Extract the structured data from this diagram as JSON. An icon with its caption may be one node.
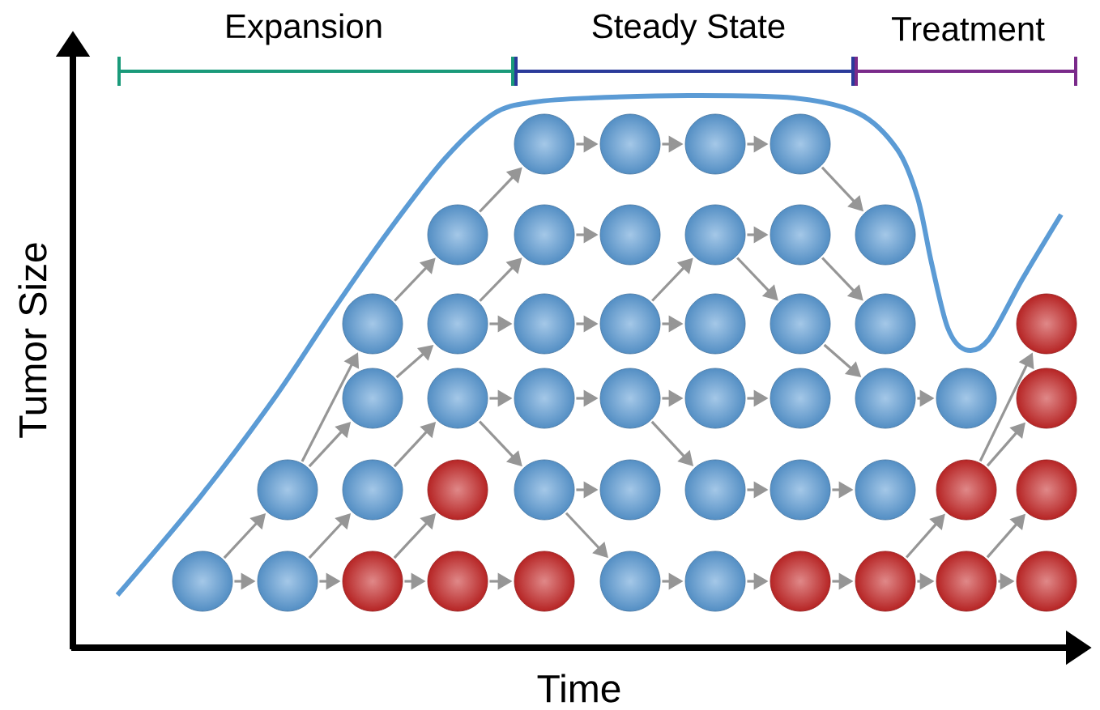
{
  "diagram": {
    "nodes": [
      {
        "text": [],
        "shape": "circle"
      },
      {
        "text": [],
        "shape": "circle"
      },
      {
        "text": [],
        "shape": "circle"
      },
      {
        "text": [],
        "shape": "circle"
      },
      {
        "text": [],
        "shape": "circle"
      },
      {
        "text": [],
        "shape": "circle"
      },
      {
        "text": [],
        "shape": "circle"
      },
      {
        "text": [],
        "shape": "circle"
      },
      {
        "text": [],
        "shape": "circle"
      },
      {
        "text": [],
        "shape": "circle"
      },
      {
        "text": [],
        "shape": "circle"
      },
      {
        "text": [],
        "shape": "circle"
      },
      {
        "text": [],
        "shape": "circle"
      },
      {
        "text": [],
        "shape": "circle"
      },
      {
        "text": [],
        "shape": "circle"
      },
      {
        "text": [],
        "shape": "circle"
      },
      {
        "text": [],
        "shape": "circle"
      },
      {
        "text": [],
        "shape": "circle"
      },
      {
        "text": [],
        "shape": "circle"
      },
      {
        "text": [],
        "shape": "circle"
      },
      {
        "text": [],
        "shape": "circle"
      },
      {
        "text": [],
        "shape": "circle"
      },
      {
        "text": [],
        "shape": "circle"
      },
      {
        "text": [],
        "shape": "circle"
      },
      {
        "text": [],
        "shape": "circle"
      },
      {
        "text": [],
        "shape": "circle"
      },
      {
        "text": [],
        "shape": "circle"
      },
      {
        "text": [],
        "shape": "circle"
      },
      {
        "text": [],
        "shape": "circle"
      },
      {
        "text": [],
        "shape": "circle"
      },
      {
        "text": [],
        "shape": "circle"
      },
      {
        "text": [],
        "shape": "circle"
      },
      {
        "text": [],
        "shape": "circle"
      },
      {
        "text": [],
        "shape": "circle"
      },
      {
        "text": [],
        "shape": "circle"
      },
      {
        "text": [],
        "shape": "circle"
      },
      {
        "text": [],
        "shape": "circle"
      },
      {
        "text": [],
        "shape": "circle"
      },
      {
        "text": [],
        "shape": "circle"
      },
      {
        "text": [],
        "shape": "circle"
      },
      {
        "text": [],
        "shape": "circle"
      },
      {
        "text": [],
        "shape": "circle"
      },
      {
        "text": [],
        "shape": "circle"
      },
      {
        "text": [],
        "shape": "circle"
      },
      {
        "text": [],
        "shape": "circle"
      },
      {
        "text": [],
        "shape": "circle"
      },
      {
        "text": [],
        "shape": "circle"
      },
      {
        "text": [],
        "shape": "circle"
      }
    ],
    "edges": [
      {
        "from": 37,
        "to": 38,
        "arrow": "to"
      },
      {
        "from": 38,
        "to": 39,
        "arrow": "to"
      },
      {
        "from": 39,
        "to": 40,
        "arrow": "to"
      },
      {
        "from": 40,
        "to": 41,
        "arrow": "to"
      },
      {
        "from": 42,
        "to": 43,
        "arrow": "to"
      },
      {
        "from": 43,
        "to": 44,
        "arrow": "to"
      },
      {
        "from": 44,
        "to": 45,
        "arrow": "to"
      },
      {
        "from": 45,
        "to": 46,
        "arrow": "to"
      },
      {
        "from": 46,
        "to": 47,
        "arrow": "to"
      },
      {
        "from": 37,
        "to": 27,
        "arrow": "to"
      },
      {
        "from": 38,
        "to": 28,
        "arrow": "to"
      },
      {
        "from": 39,
        "to": 29,
        "arrow": "to"
      },
      {
        "from": 45,
        "to": 35,
        "arrow": "to"
      },
      {
        "from": 46,
        "to": 36,
        "arrow": "to"
      },
      {
        "from": 27,
        "to": 18,
        "arrow": "to"
      },
      {
        "from": 27,
        "to": 10,
        "arrow": "to"
      },
      {
        "from": 28,
        "to": 19,
        "arrow": "to"
      },
      {
        "from": 30,
        "to": 31,
        "arrow": "to"
      },
      {
        "from": 30,
        "to": 42,
        "arrow": "to"
      },
      {
        "from": 32,
        "to": 33,
        "arrow": "to"
      },
      {
        "from": 33,
        "to": 34,
        "arrow": "to"
      },
      {
        "from": 35,
        "to": 26,
        "arrow": "to"
      },
      {
        "from": 35,
        "to": 17,
        "arrow": "to"
      },
      {
        "from": 18,
        "to": 11,
        "arrow": "to"
      },
      {
        "from": 19,
        "to": 20,
        "arrow": "to"
      },
      {
        "from": 19,
        "to": 30,
        "arrow": "to"
      },
      {
        "from": 20,
        "to": 21,
        "arrow": "to"
      },
      {
        "from": 21,
        "to": 22,
        "arrow": "to"
      },
      {
        "from": 22,
        "to": 23,
        "arrow": "to"
      },
      {
        "from": 21,
        "to": 32,
        "arrow": "to"
      },
      {
        "from": 24,
        "to": 25,
        "arrow": "to"
      },
      {
        "from": 15,
        "to": 24,
        "arrow": "to"
      },
      {
        "from": 10,
        "to": 4,
        "arrow": "to"
      },
      {
        "from": 11,
        "to": 5,
        "arrow": "to"
      },
      {
        "from": 11,
        "to": 12,
        "arrow": "to"
      },
      {
        "from": 12,
        "to": 13,
        "arrow": "to"
      },
      {
        "from": 13,
        "to": 14,
        "arrow": "to"
      },
      {
        "from": 13,
        "to": 7,
        "arrow": "to"
      },
      {
        "from": 4,
        "to": 0,
        "arrow": "to"
      },
      {
        "from": 5,
        "to": 6,
        "arrow": "to"
      },
      {
        "from": 7,
        "to": 8,
        "arrow": "to"
      },
      {
        "from": 7,
        "to": 15,
        "arrow": "to"
      },
      {
        "from": 8,
        "to": 16,
        "arrow": "to"
      },
      {
        "from": 0,
        "to": 1,
        "arrow": "to"
      },
      {
        "from": 1,
        "to": 2,
        "arrow": "to"
      },
      {
        "from": 2,
        "to": 3,
        "arrow": "to"
      },
      {
        "from": 3,
        "to": 9,
        "arrow": "to"
      }
    ],
    "labels": [
      "Expansion",
      "Steady State",
      "Treatment",
      "Tumor Size",
      "Time"
    ]
  }
}
